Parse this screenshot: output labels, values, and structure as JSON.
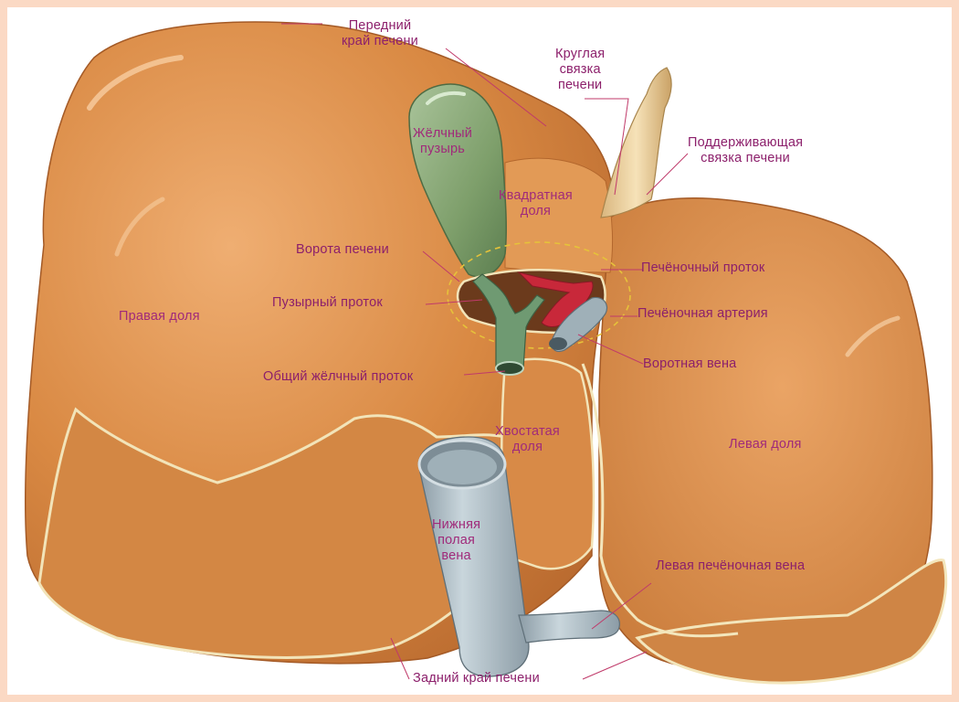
{
  "colors": {
    "liver": "#d98943",
    "liver_dark": "#b8692e",
    "liver_light": "#efae72",
    "gallbladder": "#7e9f6b",
    "vein": "#a8b8c0",
    "artery": "#c8283a",
    "label": "#8c1f6b",
    "border": "#fbd9c4"
  },
  "labels": {
    "anterior_edge": "Передний\nкрай печени",
    "round_ligament": "Круглая\nсвязка\nпечени",
    "gallbladder": "Жёлчный\nпузырь",
    "falciform_ligament": "Поддерживающая\nсвязка печени",
    "quadrate_lobe": "Квадратная\nдоля",
    "porta_hepatis": "Ворота печени",
    "hepatic_duct": "Печёночный проток",
    "cystic_duct": "Пузырный проток",
    "right_lobe": "Правая доля",
    "hepatic_artery": "Печёночная артерия",
    "portal_vein": "Воротная вена",
    "common_bile_duct": "Общий жёлчный проток",
    "caudate_lobe": "Хвостатая\nдоля",
    "left_lobe": "Левая доля",
    "ivc": "Нижняя\nполая\nвена",
    "left_hepatic_vein": "Левая печёночная вена",
    "posterior_edge": "Задний край печени"
  }
}
